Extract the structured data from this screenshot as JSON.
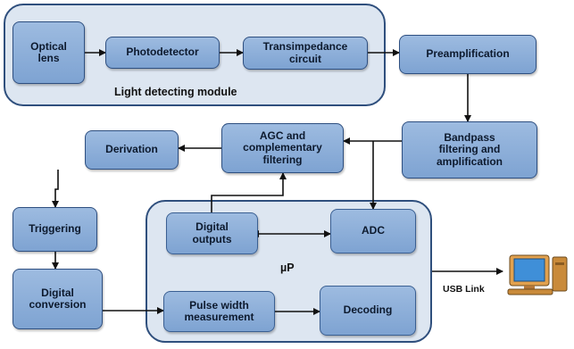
{
  "groups": {
    "light_module": "Light detecting module",
    "microprocessor": "µP"
  },
  "blocks": {
    "optical_lens": "Optical\nlens",
    "photodetector": "Photodetector",
    "transimpedance": "Transimpedance\ncircuit",
    "preamplification": "Preamplification",
    "bandpass": "Bandpass\nfiltering and\namplification",
    "agc": "AGC and\ncomplementary\nfiltering",
    "derivation": "Derivation",
    "triggering": "Triggering",
    "digital_conversion": "Digital\nconversion",
    "digital_outputs": "Digital\noutputs",
    "adc": "ADC",
    "pulse_width": "Pulse width\nmeasurement",
    "decoding": "Decoding"
  },
  "link": {
    "usb": "USB Link"
  },
  "icons": {
    "computer": "computer-icon"
  },
  "colors": {
    "block_fill": "#8fb0db",
    "block_border": "#2e4f80",
    "group_fill": "#dde6f1",
    "arrow": "#111111"
  }
}
